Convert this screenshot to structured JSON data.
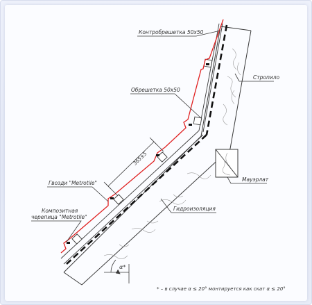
{
  "labels": {
    "counter_batten": "Контробрешетка 50x50",
    "rafter": "Стропило",
    "batten": "Обрешетка 50x50",
    "dim": "365±5",
    "wall_plate": "Мауэрлат",
    "nails": "Гвозди \"Metrotile\"",
    "tile_line1": "Композитная",
    "tile_line2": "черепица \"Metrotile\"",
    "waterproof": "Гидроизоляция",
    "angle": "α*",
    "footnote": "* – в случае α ≤ 20° монтируется как скат α ≤ 20°"
  },
  "colors": {
    "tile_line": "#e02020",
    "drawing": "#3a3a3a",
    "wood_grain": "#9a9a9a"
  }
}
